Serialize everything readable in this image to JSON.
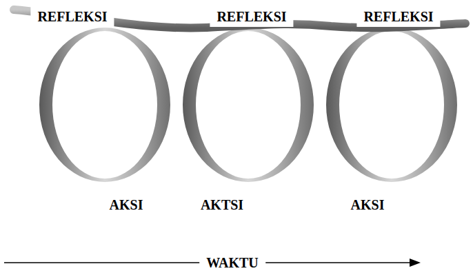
{
  "diagram": {
    "labels": [
      "REFLEKSI",
      "REFLEKSI",
      "REFLEKSI",
      "AKSI",
      "AKTSI",
      "AKSI",
      "WAKTU"
    ]
  }
}
